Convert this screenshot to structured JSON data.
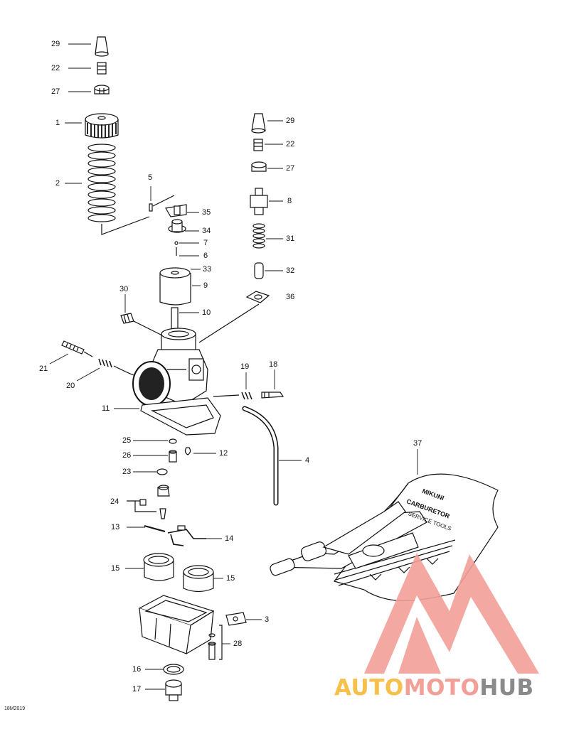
{
  "diagram": {
    "drawing_code": "18M2019",
    "callouts": [
      {
        "id": "c29a",
        "text": "29"
      },
      {
        "id": "c22a",
        "text": "22"
      },
      {
        "id": "c27a",
        "text": "27"
      },
      {
        "id": "c1",
        "text": "1"
      },
      {
        "id": "c2",
        "text": "2"
      },
      {
        "id": "c5",
        "text": "5"
      },
      {
        "id": "c35",
        "text": "35"
      },
      {
        "id": "c34",
        "text": "34"
      },
      {
        "id": "c7",
        "text": "7"
      },
      {
        "id": "c6",
        "text": "6"
      },
      {
        "id": "c33",
        "text": "33"
      },
      {
        "id": "c9",
        "text": "9"
      },
      {
        "id": "c30",
        "text": "30"
      },
      {
        "id": "c10",
        "text": "10"
      },
      {
        "id": "c29b",
        "text": "29"
      },
      {
        "id": "c22b",
        "text": "22"
      },
      {
        "id": "c27b",
        "text": "27"
      },
      {
        "id": "c8",
        "text": "8"
      },
      {
        "id": "c31",
        "text": "31"
      },
      {
        "id": "c32",
        "text": "32"
      },
      {
        "id": "c36",
        "text": "36"
      },
      {
        "id": "c21",
        "text": "21"
      },
      {
        "id": "c20",
        "text": "20"
      },
      {
        "id": "c19",
        "text": "19"
      },
      {
        "id": "c18",
        "text": "18"
      },
      {
        "id": "c11",
        "text": "11"
      },
      {
        "id": "c25",
        "text": "25"
      },
      {
        "id": "c26",
        "text": "26"
      },
      {
        "id": "c12",
        "text": "12"
      },
      {
        "id": "c4",
        "text": "4"
      },
      {
        "id": "c23",
        "text": "23"
      },
      {
        "id": "c24",
        "text": "24"
      },
      {
        "id": "c13",
        "text": "13"
      },
      {
        "id": "c14",
        "text": "14"
      },
      {
        "id": "c15a",
        "text": "15"
      },
      {
        "id": "c15b",
        "text": "15"
      },
      {
        "id": "c3",
        "text": "3"
      },
      {
        "id": "c28",
        "text": "28"
      },
      {
        "id": "c16",
        "text": "16"
      },
      {
        "id": "c17",
        "text": "17"
      },
      {
        "id": "c37",
        "text": "37"
      }
    ],
    "tool_pouch_text": [
      "MIKUNI",
      "CARBURETOR",
      "SERVICE TOOLS"
    ]
  },
  "watermark": {
    "brand_parts": [
      "AUTO",
      "MOTO",
      "HUB"
    ],
    "colors": {
      "yellow": "#f6c04a",
      "red": "#f2a097",
      "grey": "#8a8a8a"
    }
  }
}
